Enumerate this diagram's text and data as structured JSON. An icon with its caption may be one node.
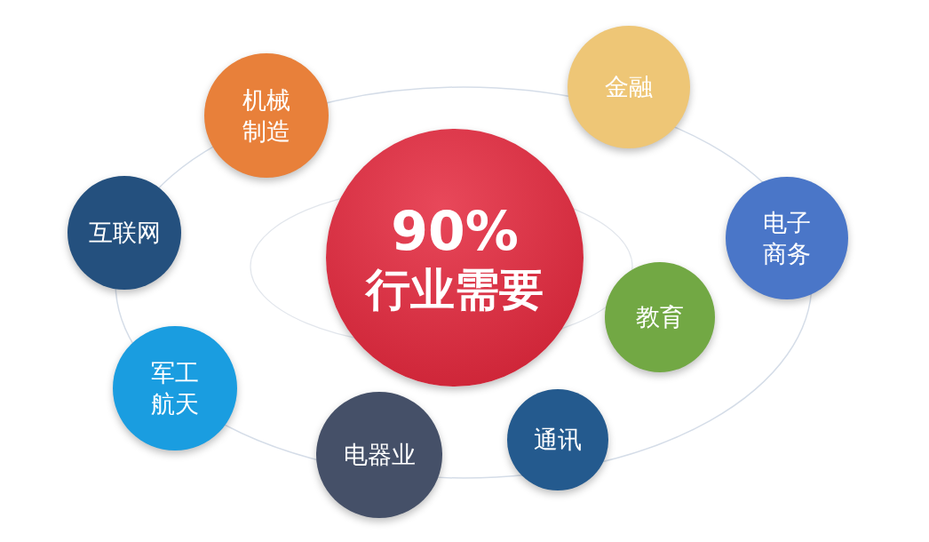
{
  "diagram": {
    "nodes": [
      {
        "text": [
          "90%",
          "行业需要"
        ]
      },
      {
        "text": [
          "机械制造"
        ]
      },
      {
        "text": [
          "金融"
        ]
      },
      {
        "text": [
          "互联网"
        ]
      },
      {
        "text": [
          "电子商务"
        ]
      },
      {
        "text": [
          "教育"
        ]
      },
      {
        "text": [
          "军工航天"
        ]
      },
      {
        "text": [
          "电器业"
        ]
      },
      {
        "text": [
          "通讯"
        ]
      }
    ]
  }
}
